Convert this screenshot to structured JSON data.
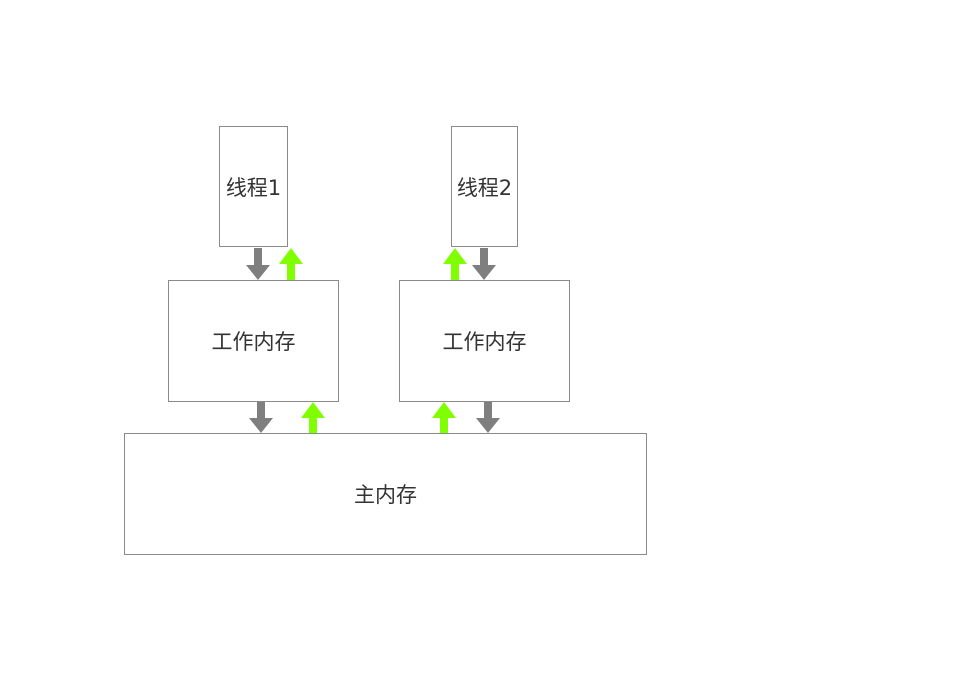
{
  "diagram": {
    "thread1_label": "线程1",
    "thread2_label": "线程2",
    "working_memory_1_label": "工作内存",
    "working_memory_2_label": "工作内存",
    "main_memory_label": "主内存"
  },
  "colors": {
    "down_arrow": "#7f7f7f",
    "up_arrow": "#80ff00",
    "border": "#8a8a8a",
    "text": "#333333"
  },
  "icons": {
    "down_arrow": "arrow-down-icon",
    "up_arrow": "arrow-up-icon"
  }
}
